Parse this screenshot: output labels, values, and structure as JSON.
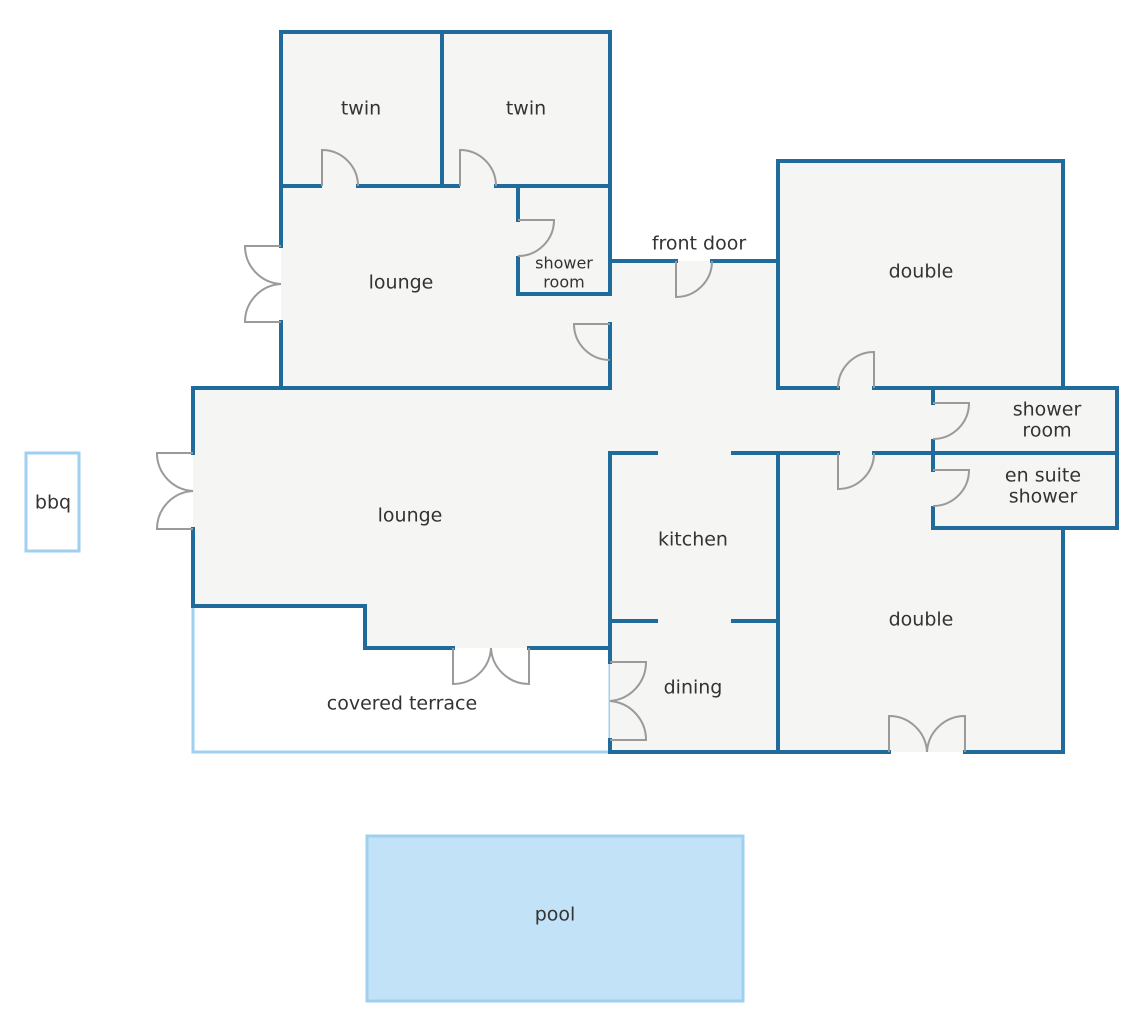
{
  "colors": {
    "wall": "#1f6b9c",
    "outdoor_outline": "#9fd0ef",
    "room_fill": "#f5f5f4",
    "pool_fill": "#c2e2f7",
    "door": "#9a9a9a",
    "label": "#333333"
  },
  "rooms": {
    "twin_left": "twin",
    "twin_right": "twin",
    "lounge_upper": "lounge",
    "shower_room_upper_l1": "shower",
    "shower_room_upper_l2": "room",
    "front_door": "front door",
    "double_upper": "double",
    "shower_room_right_l1": "shower",
    "shower_room_right_l2": "room",
    "en_suite_l1": "en suite",
    "en_suite_l2": "shower",
    "bbq": "bbq",
    "lounge_main": "lounge",
    "kitchen": "kitchen",
    "double_lower": "double",
    "covered_terrace": "covered terrace",
    "dining": "dining",
    "pool": "pool"
  }
}
